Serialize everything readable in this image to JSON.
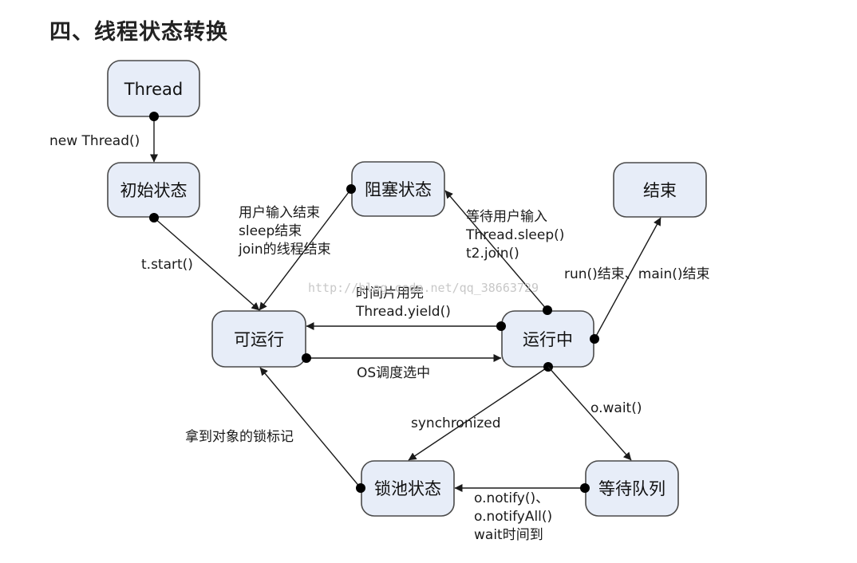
{
  "title": "四、线程状态转换",
  "watermark": "http://blog.csdn.net/qq_38663729",
  "colors": {
    "node_fill": "#e7edf8",
    "node_border": "#4a4a4a",
    "edge": "#1a1a1a"
  },
  "nodes": {
    "thread": "Thread",
    "initial": "初始状态",
    "blocked": "阻塞状态",
    "end": "结束",
    "runnable": "可运行",
    "running": "运行中",
    "lock_pool": "锁池状态",
    "wait_queue": "等待队列"
  },
  "edges": {
    "new_thread": "new Thread()",
    "start": "t.start()",
    "blocked_to_runnable": [
      "用户输入结束",
      "sleep结束",
      "join的线程结束"
    ],
    "running_to_blocked": [
      "等待用户输入",
      "Thread.sleep()",
      "t2.join()"
    ],
    "running_to_end": "run()结束、main()结束",
    "running_to_runnable": [
      "时间片用完",
      "Thread.yield()"
    ],
    "runnable_to_running": "OS调度选中",
    "synchronized": "synchronized",
    "wait": "o.wait()",
    "lock_to_runnable": "拿到对象的锁标记",
    "notify": [
      "o.notify()、",
      "o.notifyAll()",
      "wait时间到"
    ]
  }
}
